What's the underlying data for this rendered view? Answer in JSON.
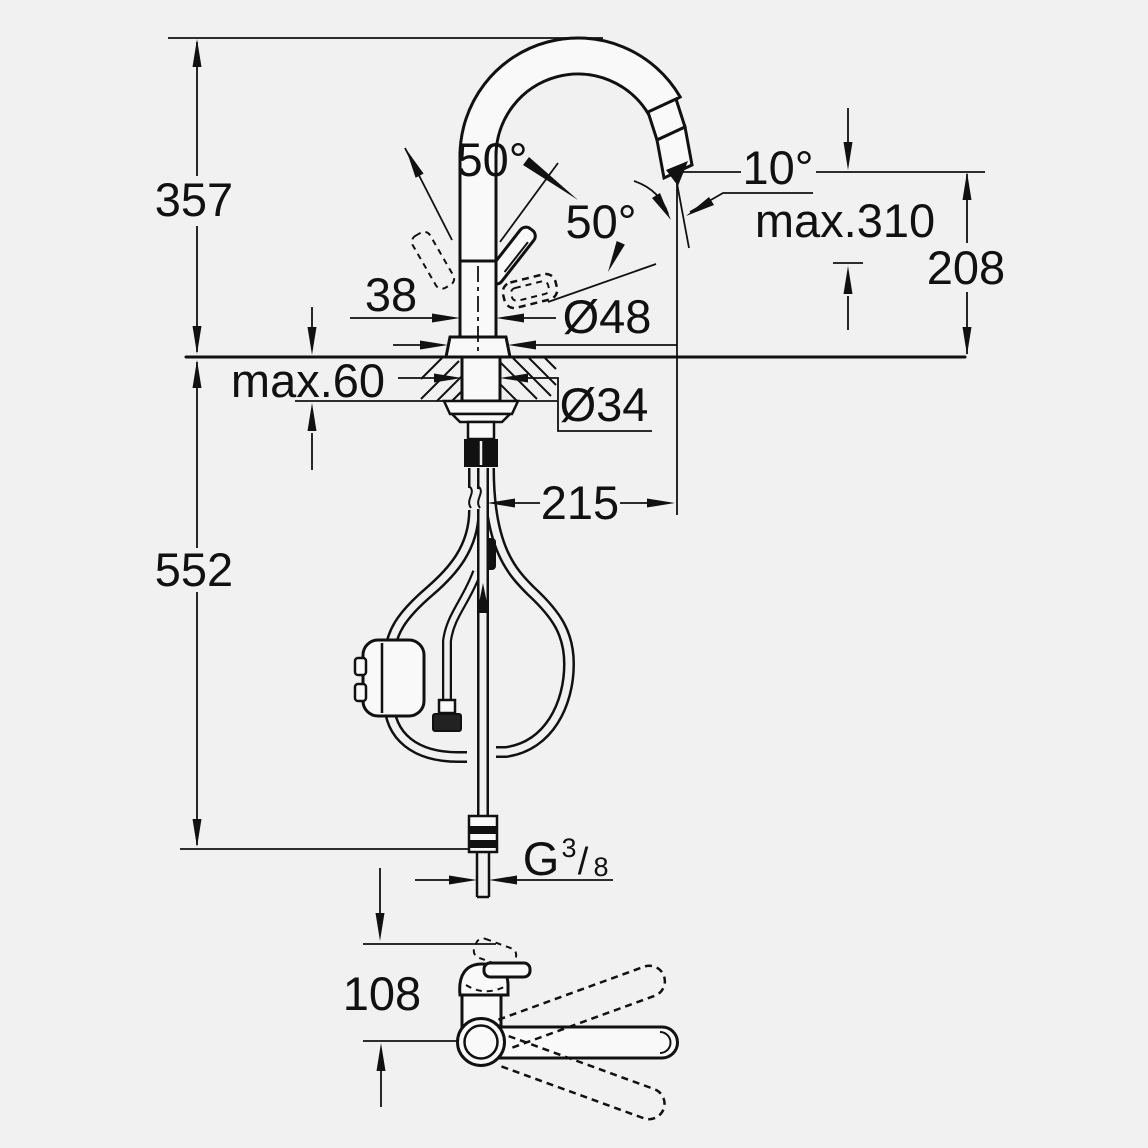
{
  "figure": {
    "kind": "faucet installation dimension drawing",
    "background_color": "#f1f1f1",
    "line_color": "#111111",
    "labels": {
      "height_above_deck": "357",
      "depth_below_deck": "552",
      "handle_angle_top": "50°",
      "handle_angle_side": "50°",
      "head_angle": "10°",
      "max_spout_height": "max.310",
      "outlet_height": "208",
      "body_width": "38",
      "base_diameter": "Ø48",
      "max_deck_thickness": "max.60",
      "shank_diameter": "Ø34",
      "spout_reach": "215",
      "thread_g": "G",
      "thread_numerator": "3",
      "thread_slash": "/",
      "thread_denominator": "8",
      "handle_projection": "108"
    }
  }
}
